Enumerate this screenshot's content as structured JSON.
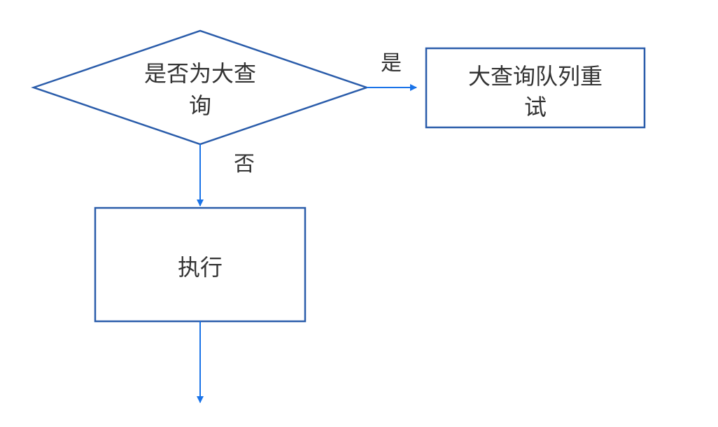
{
  "colors": {
    "shape_stroke": "#2a5caa",
    "arrow": "#1a73e8",
    "text": "#333333",
    "background": "#ffffff"
  },
  "decision": {
    "label_line1": "是否为大查",
    "label_line2": "询"
  },
  "retry_box": {
    "label_line1": "大查询队列重",
    "label_line2": "试"
  },
  "execute_box": {
    "label": "执行"
  },
  "edges": {
    "yes_label": "是",
    "no_label": "否"
  }
}
